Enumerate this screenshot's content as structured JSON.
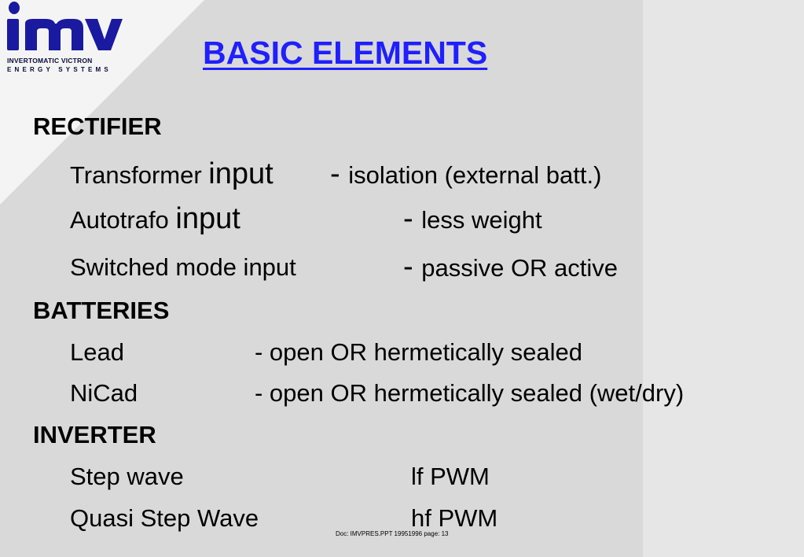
{
  "logo": {
    "wordmark": "IMV",
    "line1": "INVERTOMATIC VICTRON",
    "line2": "ENERGY SYSTEMS"
  },
  "title": "BASIC ELEMENTS",
  "sections": {
    "rectifier": {
      "heading": "RECTIFIER",
      "items": [
        {
          "name_a": "Transformer ",
          "name_b": "input",
          "dash": "- ",
          "desc": "isolation (external batt.)"
        },
        {
          "name_a": "Autotrafo ",
          "name_b": "input",
          "dash": "- ",
          "desc": "less weight"
        },
        {
          "name_a": "Switched mode input",
          "dash": "- ",
          "desc": "passive OR active"
        }
      ]
    },
    "batteries": {
      "heading": "BATTERIES",
      "items": [
        {
          "name": "Lead",
          "desc": "- open OR hermetically sealed"
        },
        {
          "name": "NiCad",
          "desc": "- open OR hermetically sealed (wet/dry)"
        }
      ]
    },
    "inverter": {
      "heading": "INVERTER",
      "items": [
        {
          "name": "Step wave",
          "desc": "lf PWM"
        },
        {
          "name": "Quasi Step Wave",
          "desc": "hf PWM"
        }
      ]
    }
  },
  "footer": "Doc: IMVPRES.PPT  19951996  page: 13",
  "colors": {
    "title": "#1f1fff",
    "logo": "#1a1aa0",
    "background": "#d9d9d9"
  }
}
